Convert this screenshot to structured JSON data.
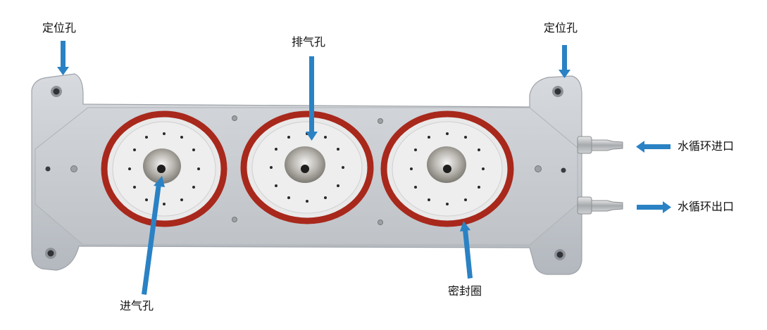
{
  "labels": {
    "locating_hole_left": "定位孔",
    "locating_hole_right": "定位孔",
    "exhaust_hole": "排气孔",
    "intake_hole": "进气孔",
    "seal_ring": "密封圈",
    "water_inlet": "水循环进口",
    "water_outlet": "水循环出口"
  },
  "colors": {
    "arrow": "#2a82c4",
    "plate": "#c9cdd2",
    "seal": "#a8281c",
    "text": "#111111"
  }
}
